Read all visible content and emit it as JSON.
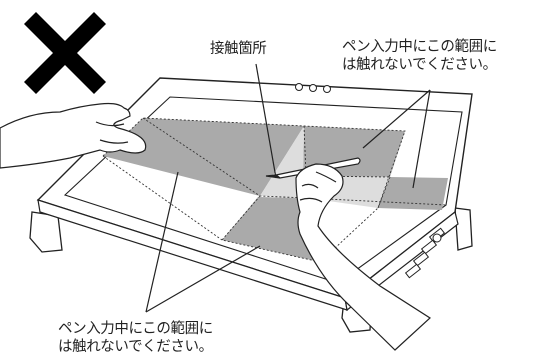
{
  "labels": {
    "contact_point": "接触箇所",
    "no_touch_line1": "ペン入力中にこの範囲に",
    "no_touch_line2": "は触れないでください。"
  },
  "colors": {
    "prohibited_mark": "#000000",
    "no_touch_zone": "#aaaaaa",
    "contact_zone": "#dddddd",
    "outline": "#222222"
  },
  "icons": {
    "prohibited_mark": "cross-x-icon"
  }
}
